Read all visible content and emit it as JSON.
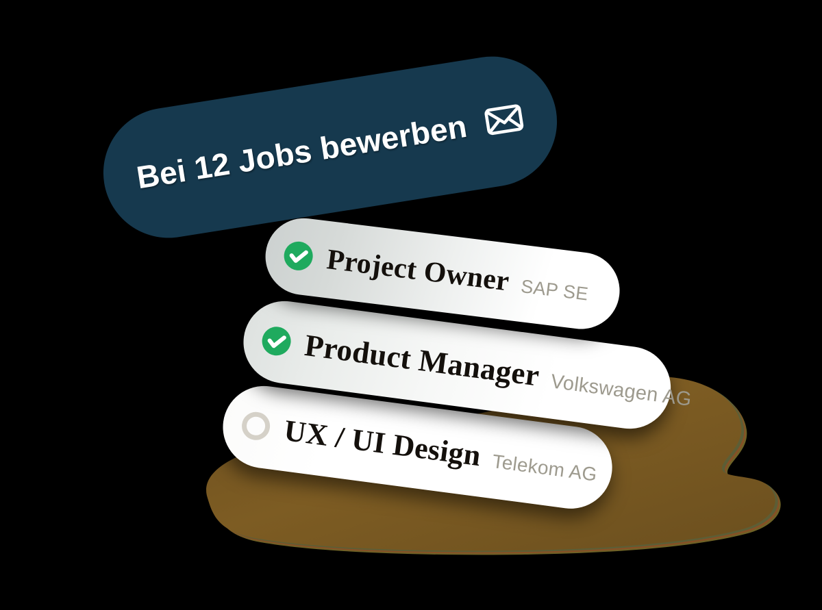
{
  "background_color": "#000000",
  "theme": {
    "navy": "#16394e",
    "green": "#1faa5e",
    "ring_gray": "#d5d1c8",
    "role_text": "#14100c",
    "company_text": "#9d9a8e",
    "blob_brown": "#7a5a22"
  },
  "cta": {
    "label": "Bei 12 Jobs bewerben",
    "icon": "envelope-icon",
    "job_count": "12"
  },
  "jobs": [
    {
      "role": "Project Owner",
      "company": "SAP SE",
      "selected": true,
      "icon": "check-circle-icon"
    },
    {
      "role": "Product Manager",
      "company": "Volkswagen AG",
      "selected": true,
      "icon": "check-circle-icon"
    },
    {
      "role": "UX / UI Design",
      "company": "Telekom AG",
      "selected": false,
      "icon": "empty-circle-icon"
    }
  ]
}
